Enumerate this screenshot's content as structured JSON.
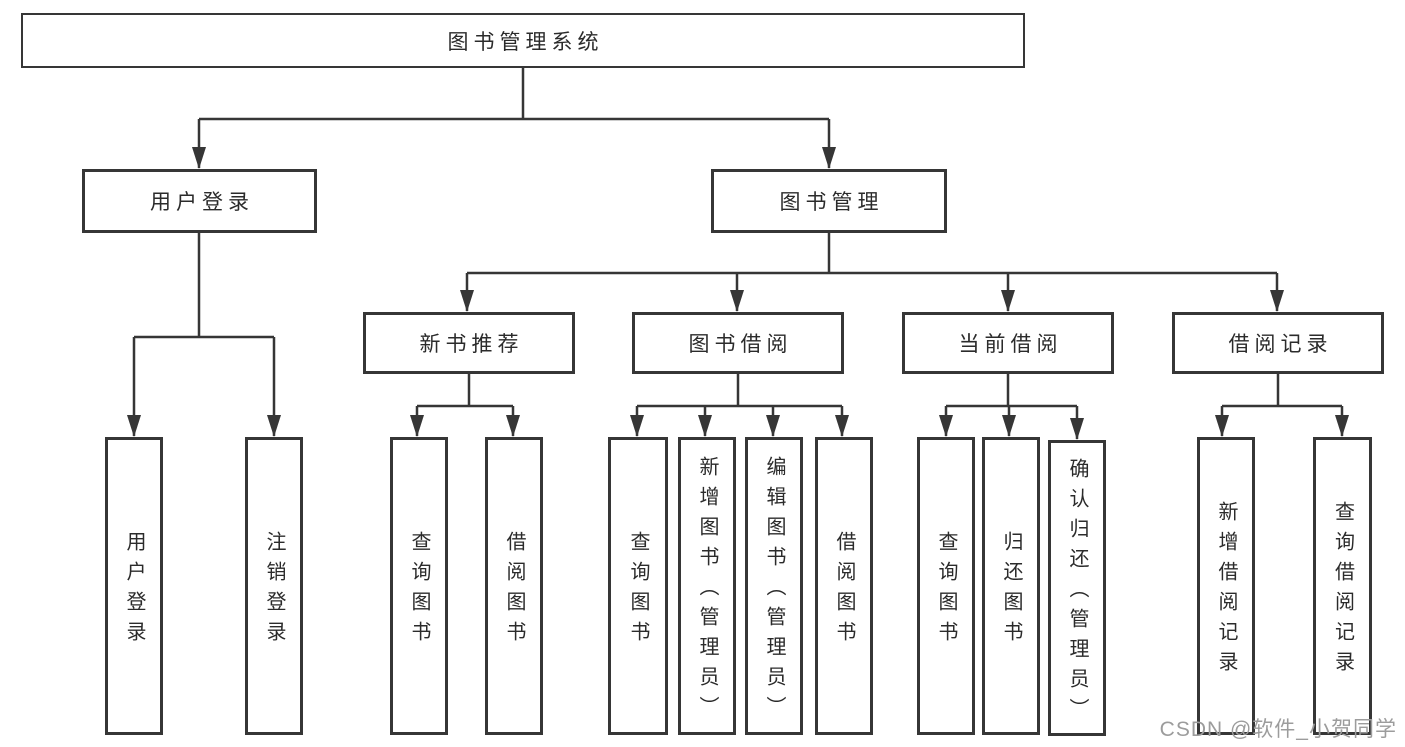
{
  "colors": {
    "line": "#363636",
    "box_border": "#363636",
    "box_fill": "#ffffff",
    "text": "#2b2b2b",
    "watermark": "#9c9c9c"
  },
  "watermark": {
    "text": "CSDN @软件_小贺同学"
  },
  "tree": {
    "label": "图书管理系统",
    "children": [
      {
        "label": "用户登录",
        "children": [
          {
            "label": "用户登录"
          },
          {
            "label": "注销登录"
          }
        ]
      },
      {
        "label": "图书管理",
        "children": [
          {
            "label": "新书推荐",
            "children": [
              {
                "label": "查询图书"
              },
              {
                "label": "借阅图书"
              }
            ]
          },
          {
            "label": "图书借阅",
            "children": [
              {
                "label": "查询图书"
              },
              {
                "label": "新增图书（管理员）"
              },
              {
                "label": "编辑图书（管理员）"
              },
              {
                "label": "借阅图书"
              }
            ]
          },
          {
            "label": "当前借阅",
            "children": [
              {
                "label": "查询图书"
              },
              {
                "label": "归还图书"
              },
              {
                "label": "确认归还（管理员）"
              }
            ]
          },
          {
            "label": "借阅记录",
            "children": [
              {
                "label": "新增借阅记录"
              },
              {
                "label": "查询借阅记录"
              }
            ]
          }
        ]
      }
    ]
  }
}
